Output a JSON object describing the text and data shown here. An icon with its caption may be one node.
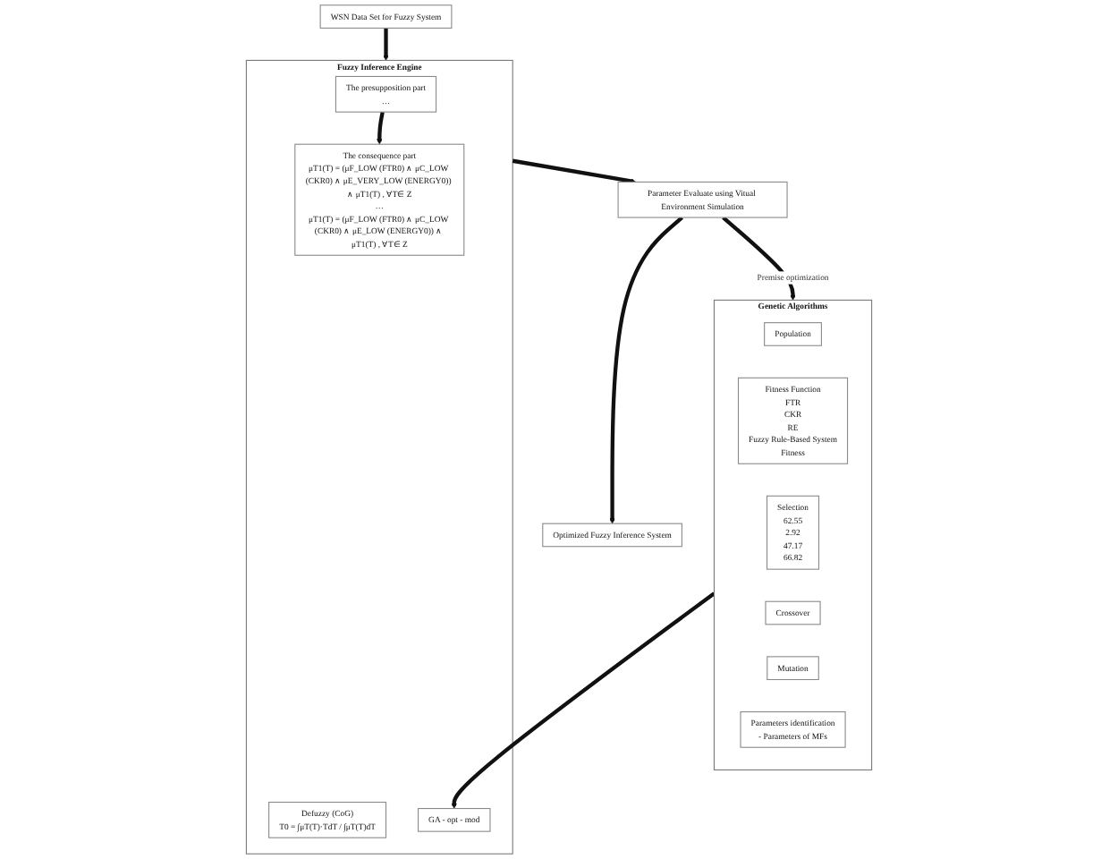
{
  "diagram": {
    "nodes": [
      {
        "text": [
          "WSN Data Set for Fuzzy System"
        ]
      },
      {
        "text": [
          "Fuzzy Inference Engine"
        ]
      },
      {
        "text": [
          "The presupposition part",
          "…"
        ],
        "in": 1
      },
      {
        "text": [
          "The consequence part",
          "μT1(T) = (μF_LOW (FTR0) ∧ μC_LOW (CKR0) ∧ μE_VERY_LOW (ENERGY0)) ∧ μT1(T) , ∀T∈ Z",
          "…",
          "μT1(T) = (μF_LOW (FTR0) ∧ μC_LOW (CKR0) ∧ μE_LOW (ENERGY0)) ∧ μT1(T) , ∀T∈ Z"
        ],
        "in": 1
      },
      {
        "text": [
          "Defuzzy (CoG)",
          "T0 = ∫μT(T)·TdT / ∫μT(T)dT"
        ],
        "in": 1
      },
      {
        "text": [
          "GA - opt - mod"
        ],
        "in": 1
      },
      {
        "text": [
          "Genetic Algorithms"
        ]
      },
      {
        "text": [
          "Population"
        ],
        "in": 6
      },
      {
        "text": [
          "Fitness Function",
          "FTR",
          "CKR",
          "RE",
          "Fuzzy Rule-Based System",
          "Fitness"
        ],
        "in": 6
      },
      {
        "text": [
          "Selection",
          "62.55",
          "2.92",
          "47.17",
          "66.82"
        ],
        "in": 6
      },
      {
        "text": [
          "Crossover"
        ],
        "in": 6
      },
      {
        "text": [
          "Mutation"
        ],
        "in": 6
      },
      {
        "text": [
          "Parameters identification",
          "- Parameters of MFs"
        ],
        "in": 6
      },
      {
        "text": [
          "Parameter Evaluate using Vitual Environment Simulation"
        ]
      },
      {
        "text": [
          "Optimized Fuzzy Inference System"
        ]
      }
    ],
    "edges": [
      {
        "from": 0,
        "to": 1,
        "arrow": "to"
      },
      {
        "from": 2,
        "to": 3,
        "arrow": "to"
      },
      {
        "from": 6,
        "to": 5,
        "arrow": "to"
      },
      {
        "from": 1,
        "to": 13,
        "arrow": "to"
      },
      {
        "from": 13,
        "to": 14,
        "arrow": "to"
      },
      {
        "from": 13,
        "to": 6,
        "arrow": "to",
        "label": "Premise optimization"
      }
    ]
  }
}
